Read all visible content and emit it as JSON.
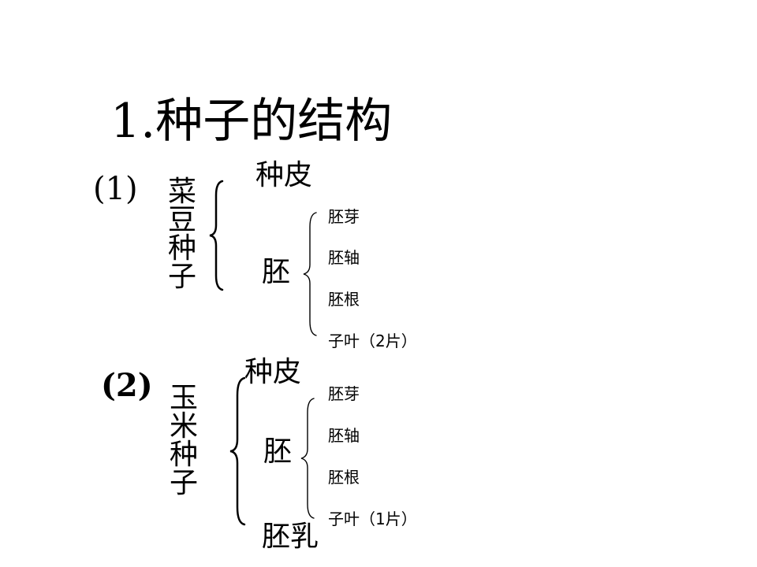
{
  "title": "1.种子的结构",
  "section1": {
    "label": "(1)",
    "seed": "菜豆种子",
    "seed_coat": "种皮",
    "embryo": "胚",
    "parts": [
      "胚芽",
      "胚轴",
      "胚根",
      "子叶（2片）"
    ]
  },
  "section2": {
    "label": "(2)",
    "seed": "玉米种子",
    "seed_coat": "种皮",
    "embryo": "胚",
    "endosperm": "胚乳",
    "parts": [
      "胚芽",
      "胚轴",
      "胚根",
      "子叶（1片）"
    ]
  }
}
